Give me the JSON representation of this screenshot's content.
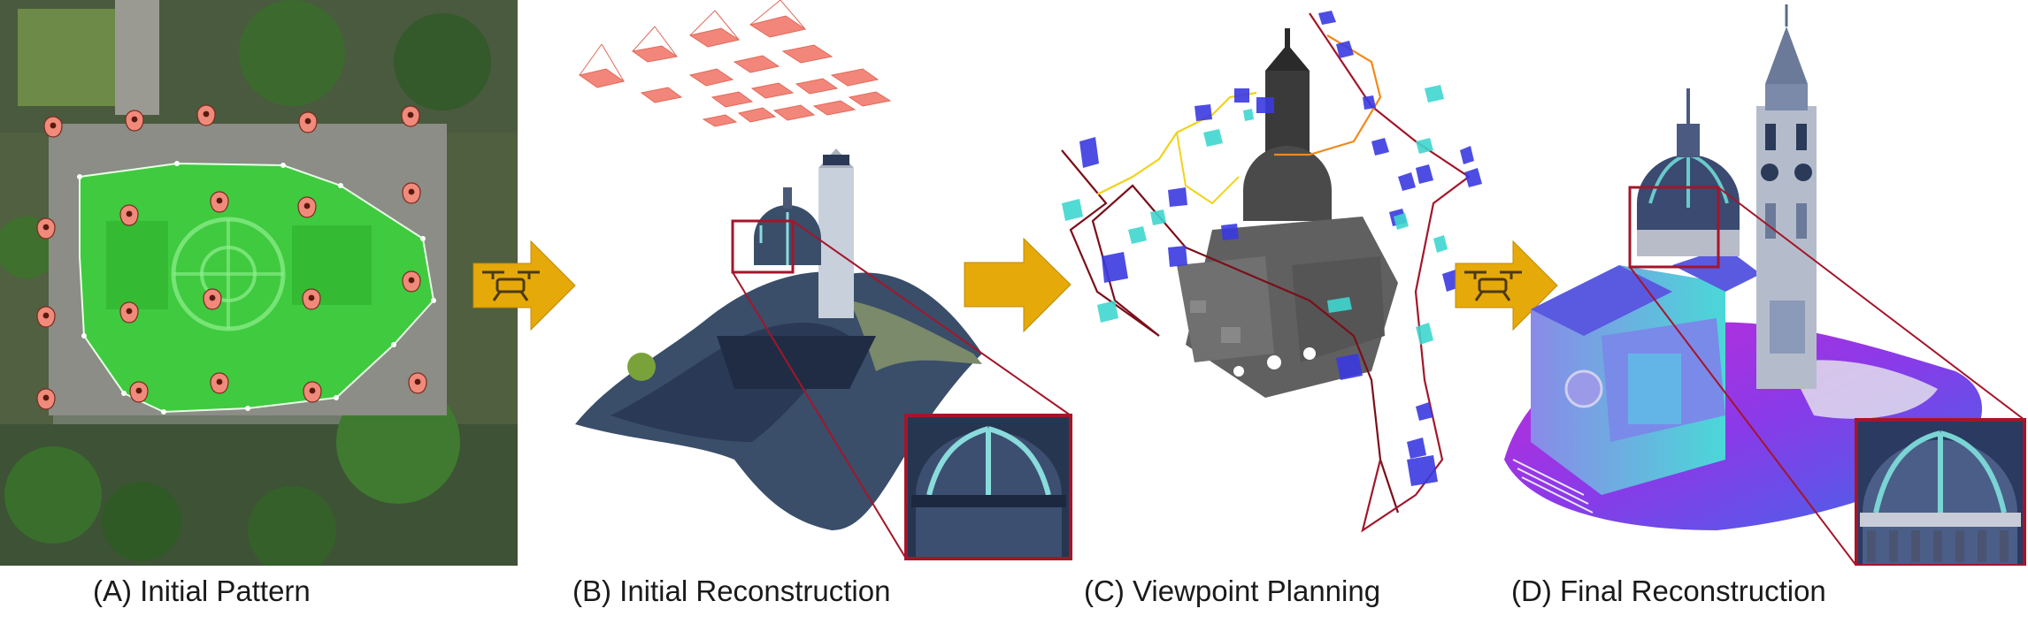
{
  "captions": {
    "a": "(A) Initial Pattern",
    "b": "(B) Initial Reconstruction",
    "c": "(C) Viewpoint Planning",
    "d": "(D) Final Reconstruction"
  },
  "colors": {
    "arrow": "#e6a90a",
    "zoom_frame": "#a3162a",
    "aoi_fill": "#36d336",
    "marker": "#f08a7a",
    "camera_blue": "#3a3ae0",
    "camera_cyan": "#3fd6cf",
    "path_dark": "#7a0f1a",
    "path_orange": "#f08a1a",
    "path_yellow": "#f2d21a"
  },
  "icons": [
    "drone-icon",
    "map-marker-icon"
  ]
}
